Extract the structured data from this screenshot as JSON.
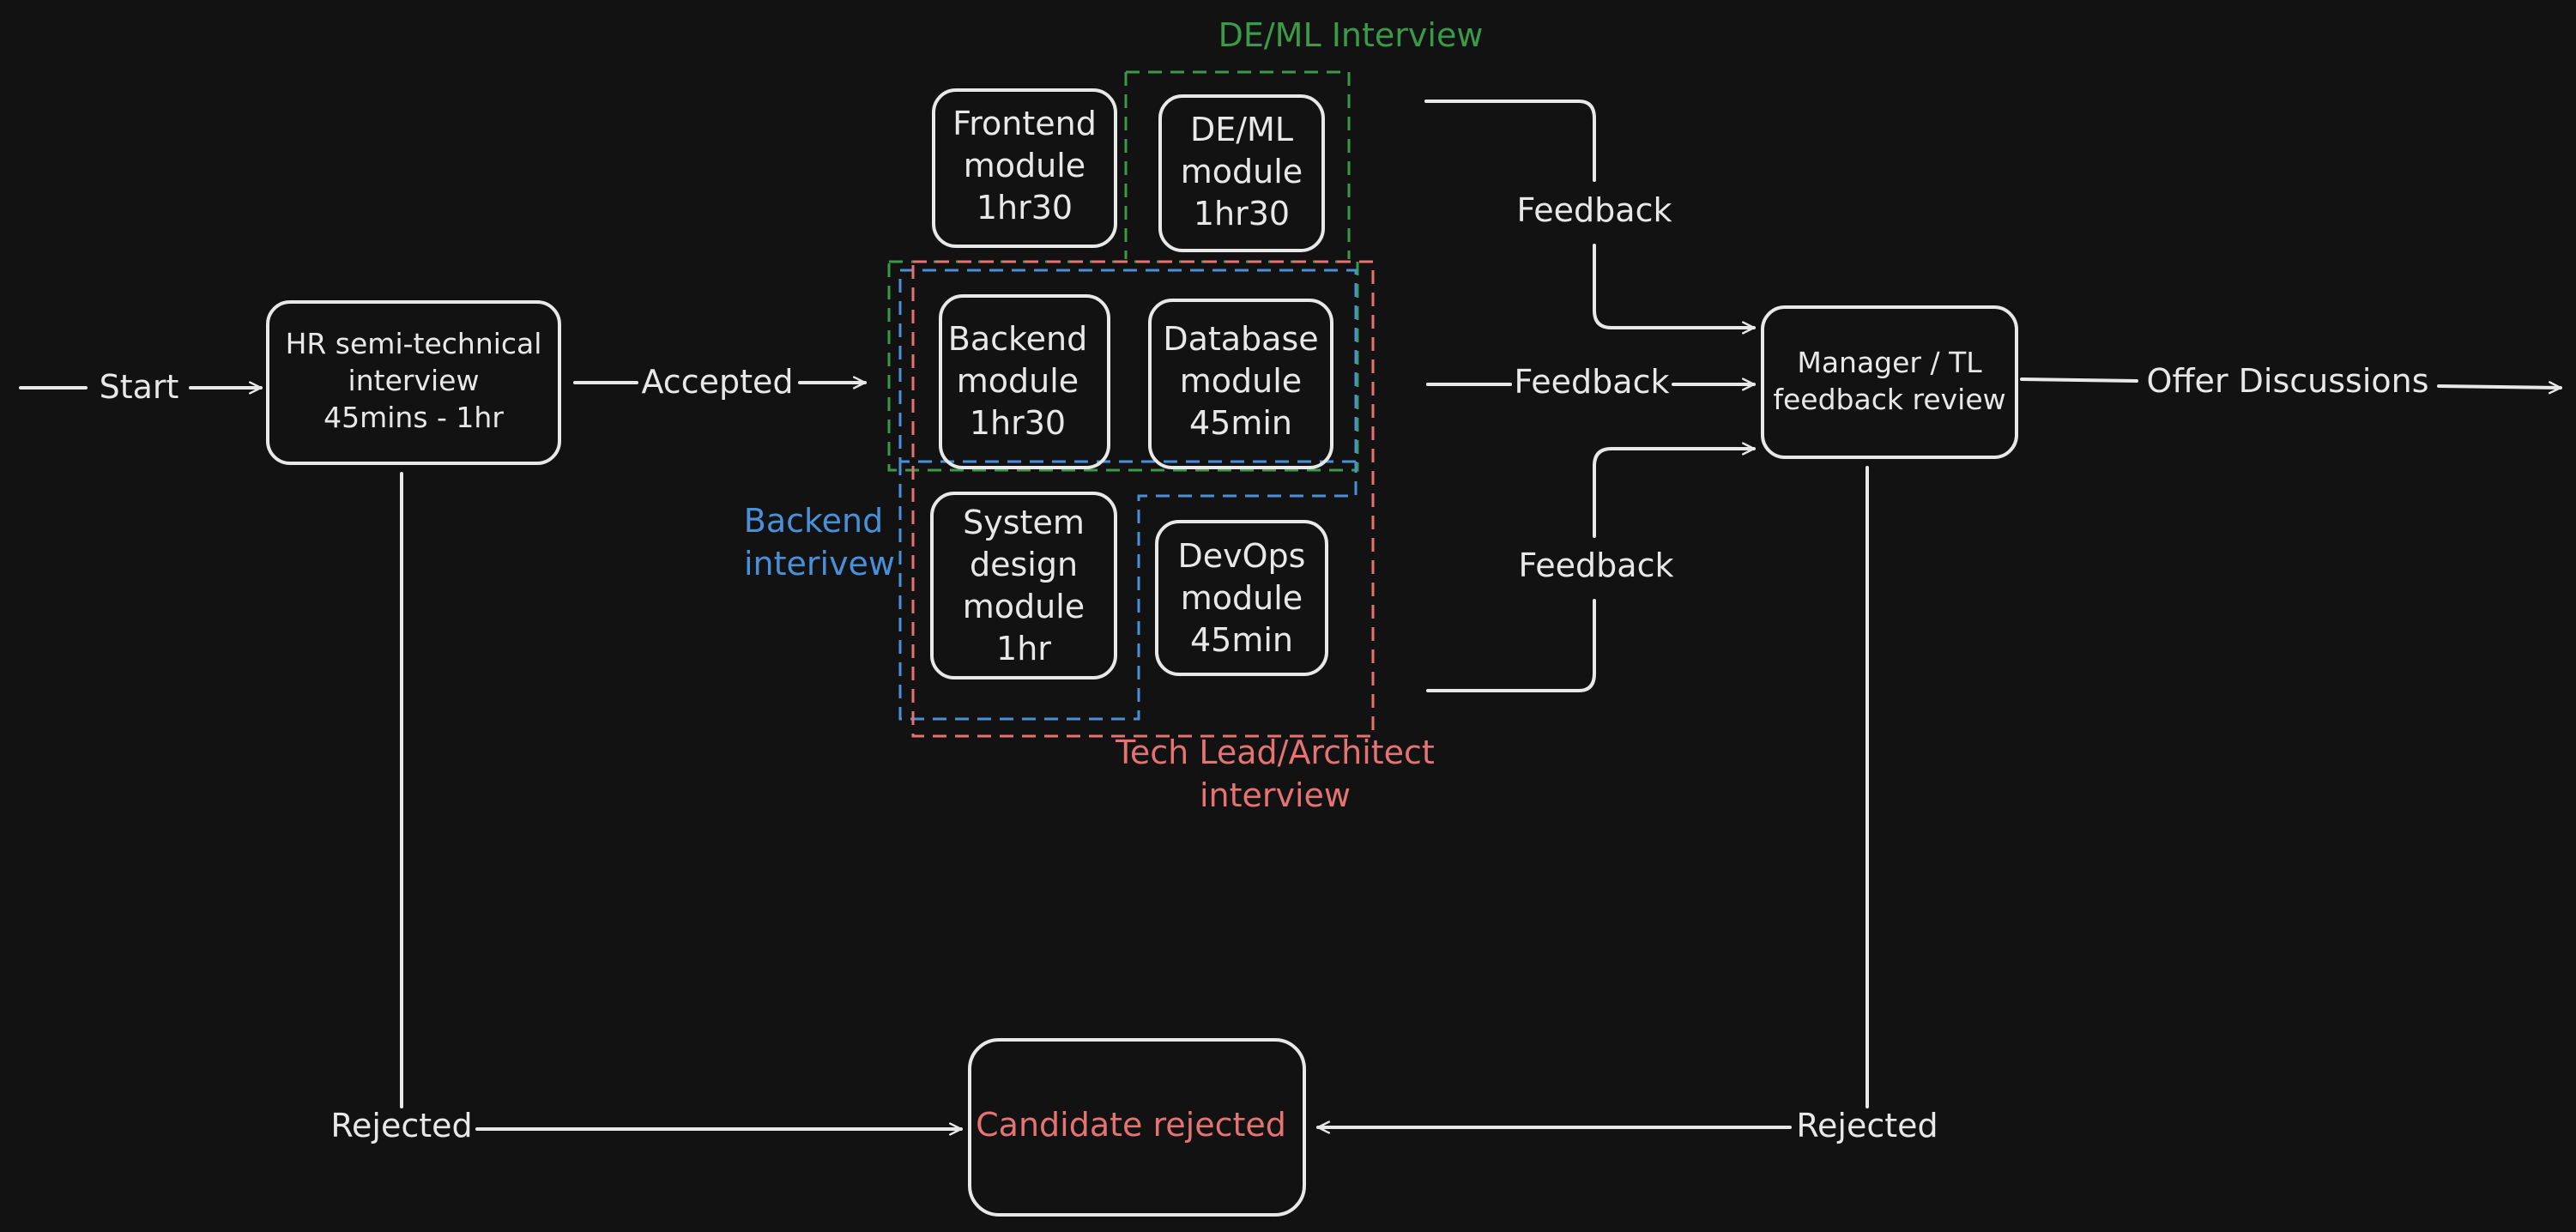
{
  "colors": {
    "background": "#121212",
    "stroke": "#e8e8e8",
    "green": "#3a9a48",
    "blue": "#4a90d9",
    "red": "#e57373"
  },
  "nodes": {
    "hr": [
      "HR semi-technical",
      "interview",
      "45mins - 1hr"
    ],
    "frontend": [
      "Frontend",
      "module",
      "1hr30"
    ],
    "deml": [
      "DE/ML",
      "module",
      "1hr30"
    ],
    "backend": [
      "Backend",
      "module",
      "1hr30"
    ],
    "database": [
      "Database",
      "module",
      "45min"
    ],
    "system_design": [
      "System",
      "design",
      "module",
      "1hr"
    ],
    "devops": [
      "DevOps",
      "module",
      "45min"
    ],
    "manager": [
      "Manager / TL",
      "feedback review"
    ],
    "rejected_box": "Candidate rejected"
  },
  "groups": {
    "deml_interview": "DE/ML Interview",
    "backend_interview": [
      "Backend",
      "interivew"
    ],
    "techlead_interview": [
      "Tech Lead/Architect",
      "interview"
    ]
  },
  "edges": {
    "start": "Start",
    "accepted": "Accepted",
    "feedback_top": "Feedback",
    "feedback_mid": "Feedback",
    "feedback_bottom": "Feedback",
    "offer": "Offer Discussions",
    "rejected_left": "Rejected",
    "rejected_right": "Rejected"
  }
}
